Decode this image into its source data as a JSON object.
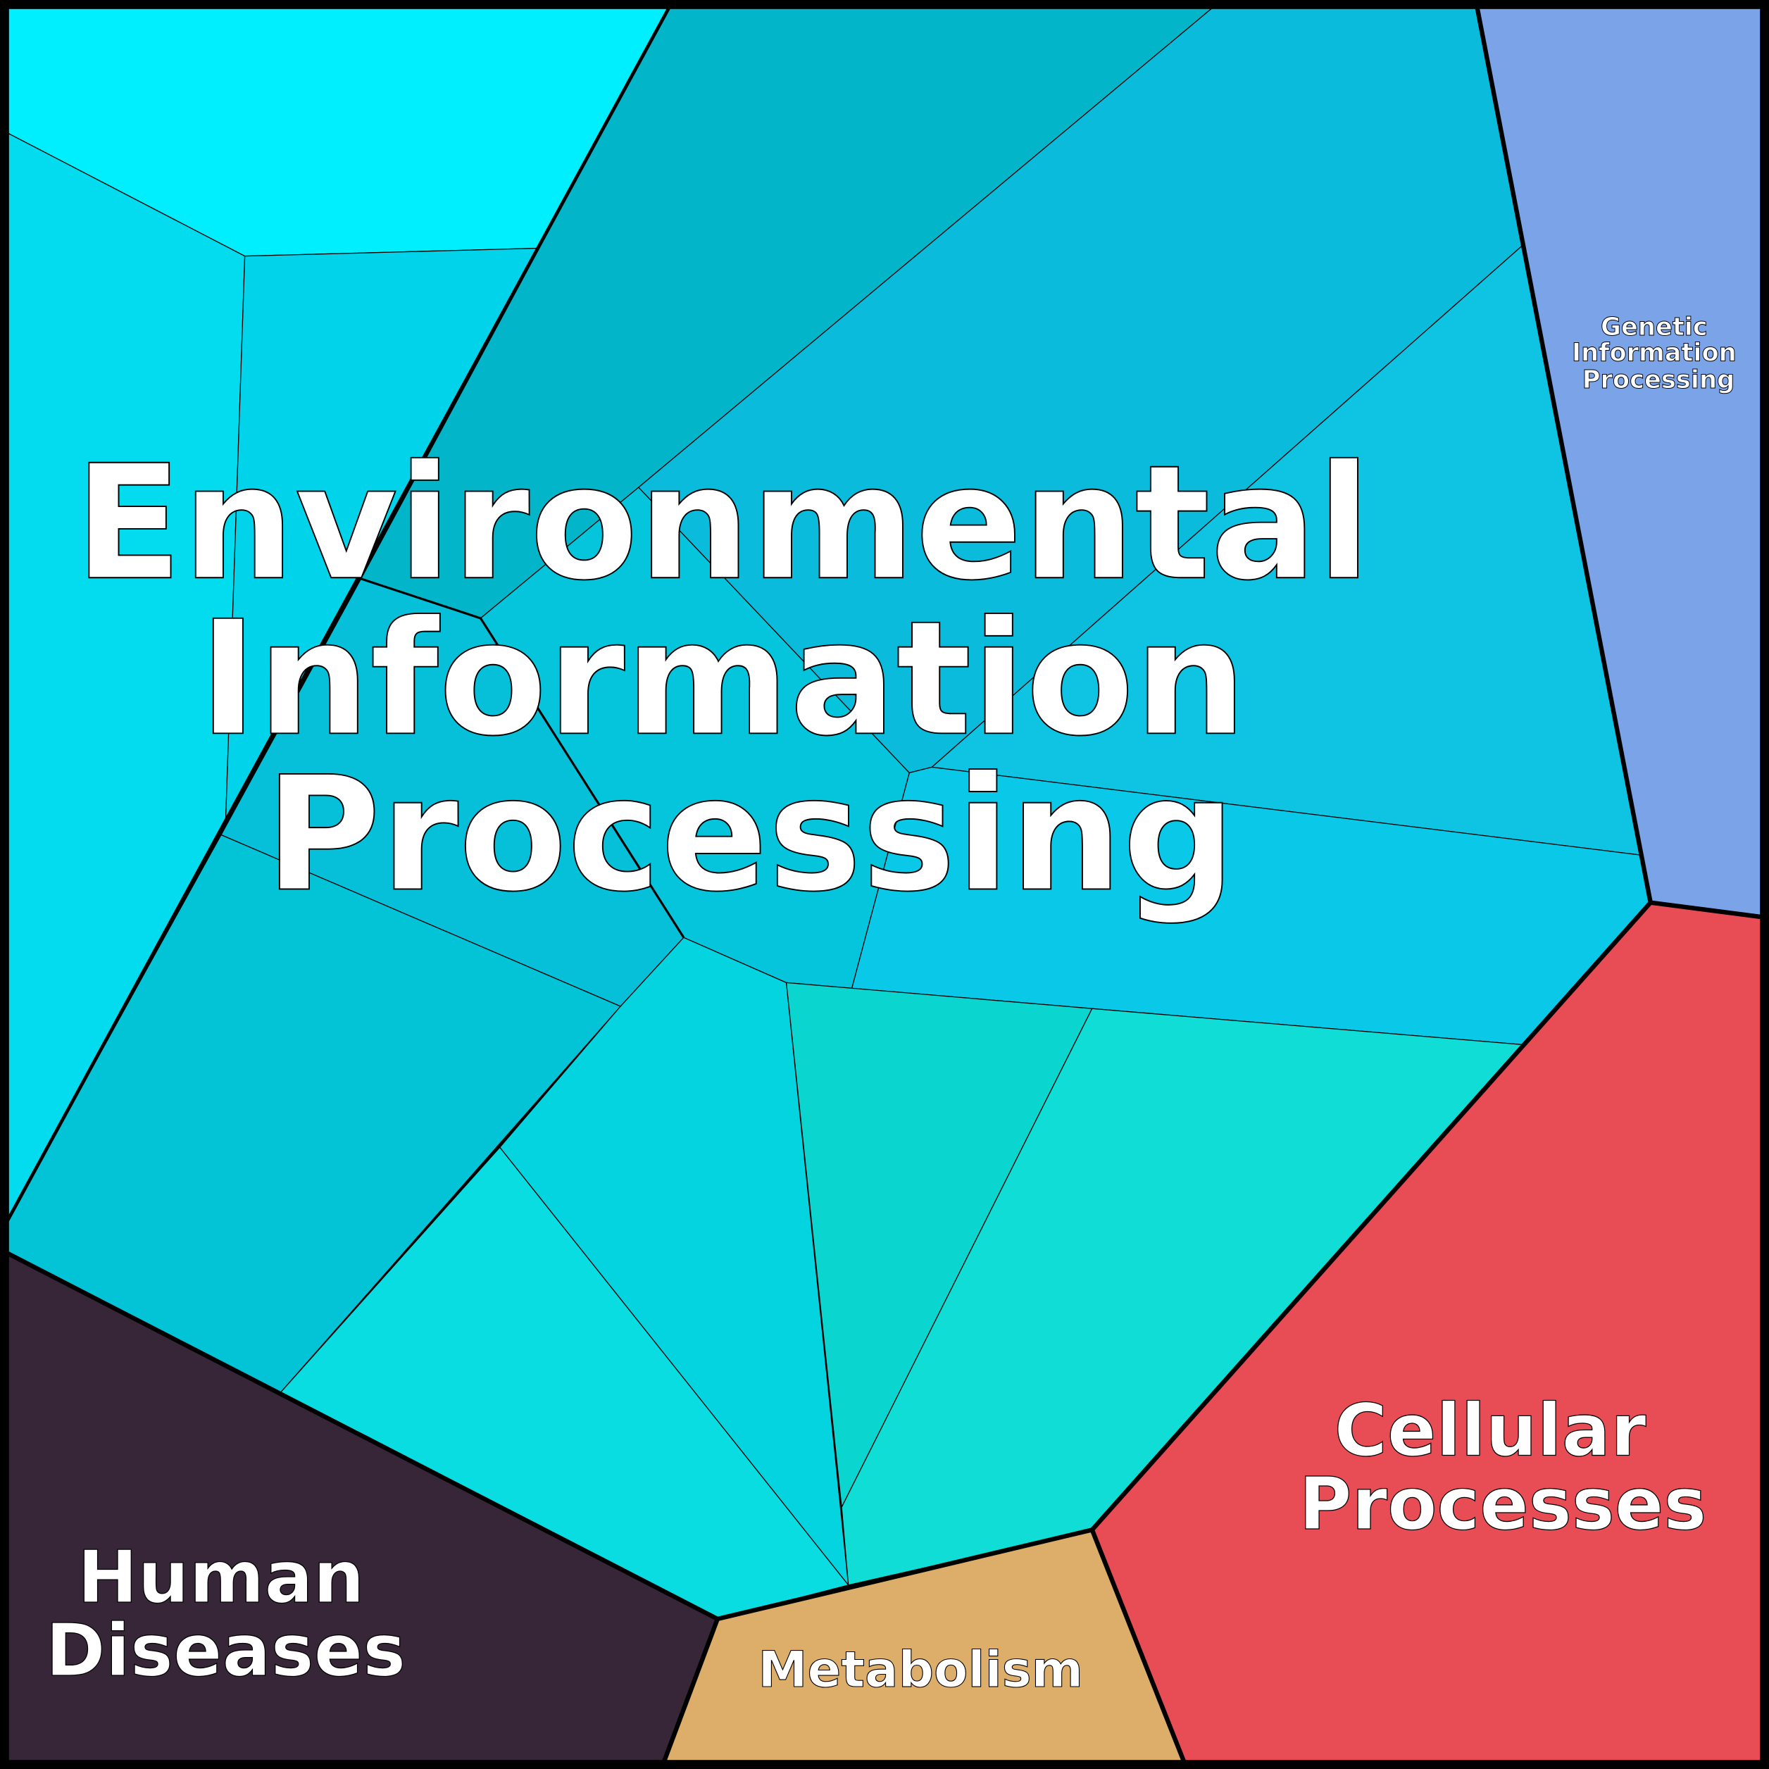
{
  "title": "Voronoi treemap of pathway categories",
  "categories": [
    {
      "id": "environmental",
      "lines": [
        "Environmental",
        "Information",
        "Processing"
      ],
      "color": "#05c5dc"
    },
    {
      "id": "genetic",
      "lines": [
        "Genetic",
        "Information",
        "Processing"
      ],
      "color": "#7aa3e8"
    },
    {
      "id": "cellular",
      "lines": [
        "Cellular",
        "Processes"
      ],
      "color": "#e84c55"
    },
    {
      "id": "human",
      "lines": [
        "Human",
        "Diseases"
      ],
      "color": "#372638"
    },
    {
      "id": "metabolism",
      "lines": [
        "Metabolism"
      ],
      "color": "#dcae6a"
    }
  ]
}
